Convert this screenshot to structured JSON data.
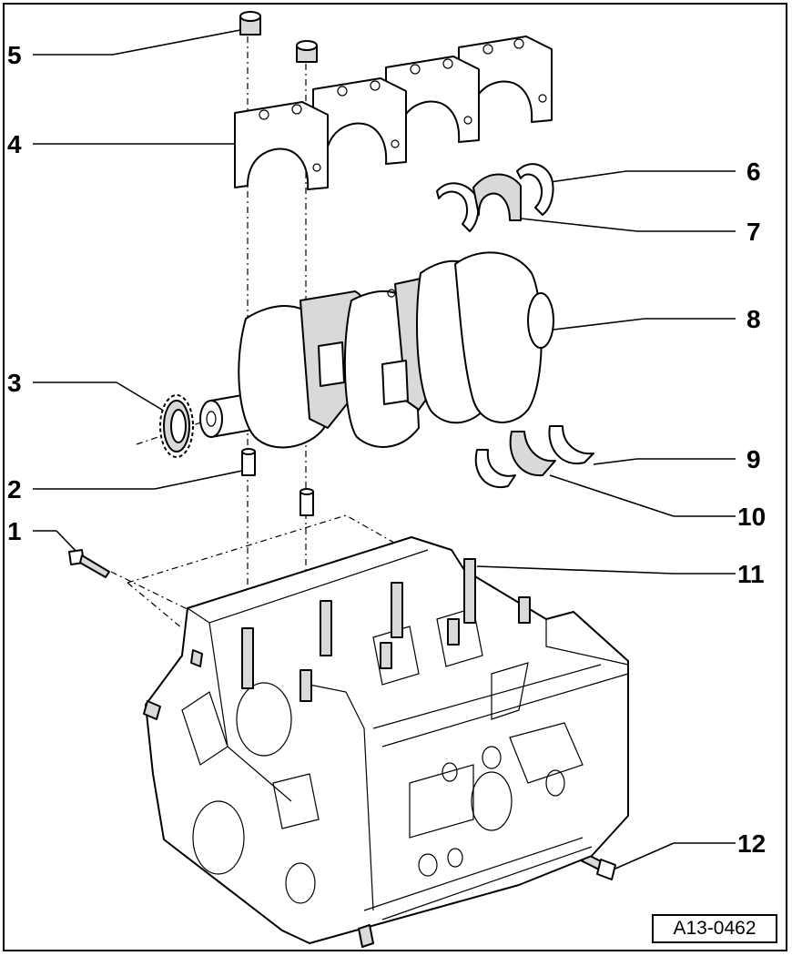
{
  "diagram": {
    "callouts": [
      {
        "id": "1",
        "label": "1"
      },
      {
        "id": "2",
        "label": "2"
      },
      {
        "id": "3",
        "label": "3"
      },
      {
        "id": "4",
        "label": "4"
      },
      {
        "id": "5",
        "label": "5"
      },
      {
        "id": "6",
        "label": "6"
      },
      {
        "id": "7",
        "label": "7"
      },
      {
        "id": "8",
        "label": "8"
      },
      {
        "id": "9",
        "label": "9"
      },
      {
        "id": "10",
        "label": "10"
      },
      {
        "id": "11",
        "label": "11"
      },
      {
        "id": "12",
        "label": "12"
      }
    ],
    "figure_code": "A13-0462",
    "colors": {
      "line": "#000000",
      "background": "#ffffff",
      "shade": "#d9d9d9"
    }
  }
}
